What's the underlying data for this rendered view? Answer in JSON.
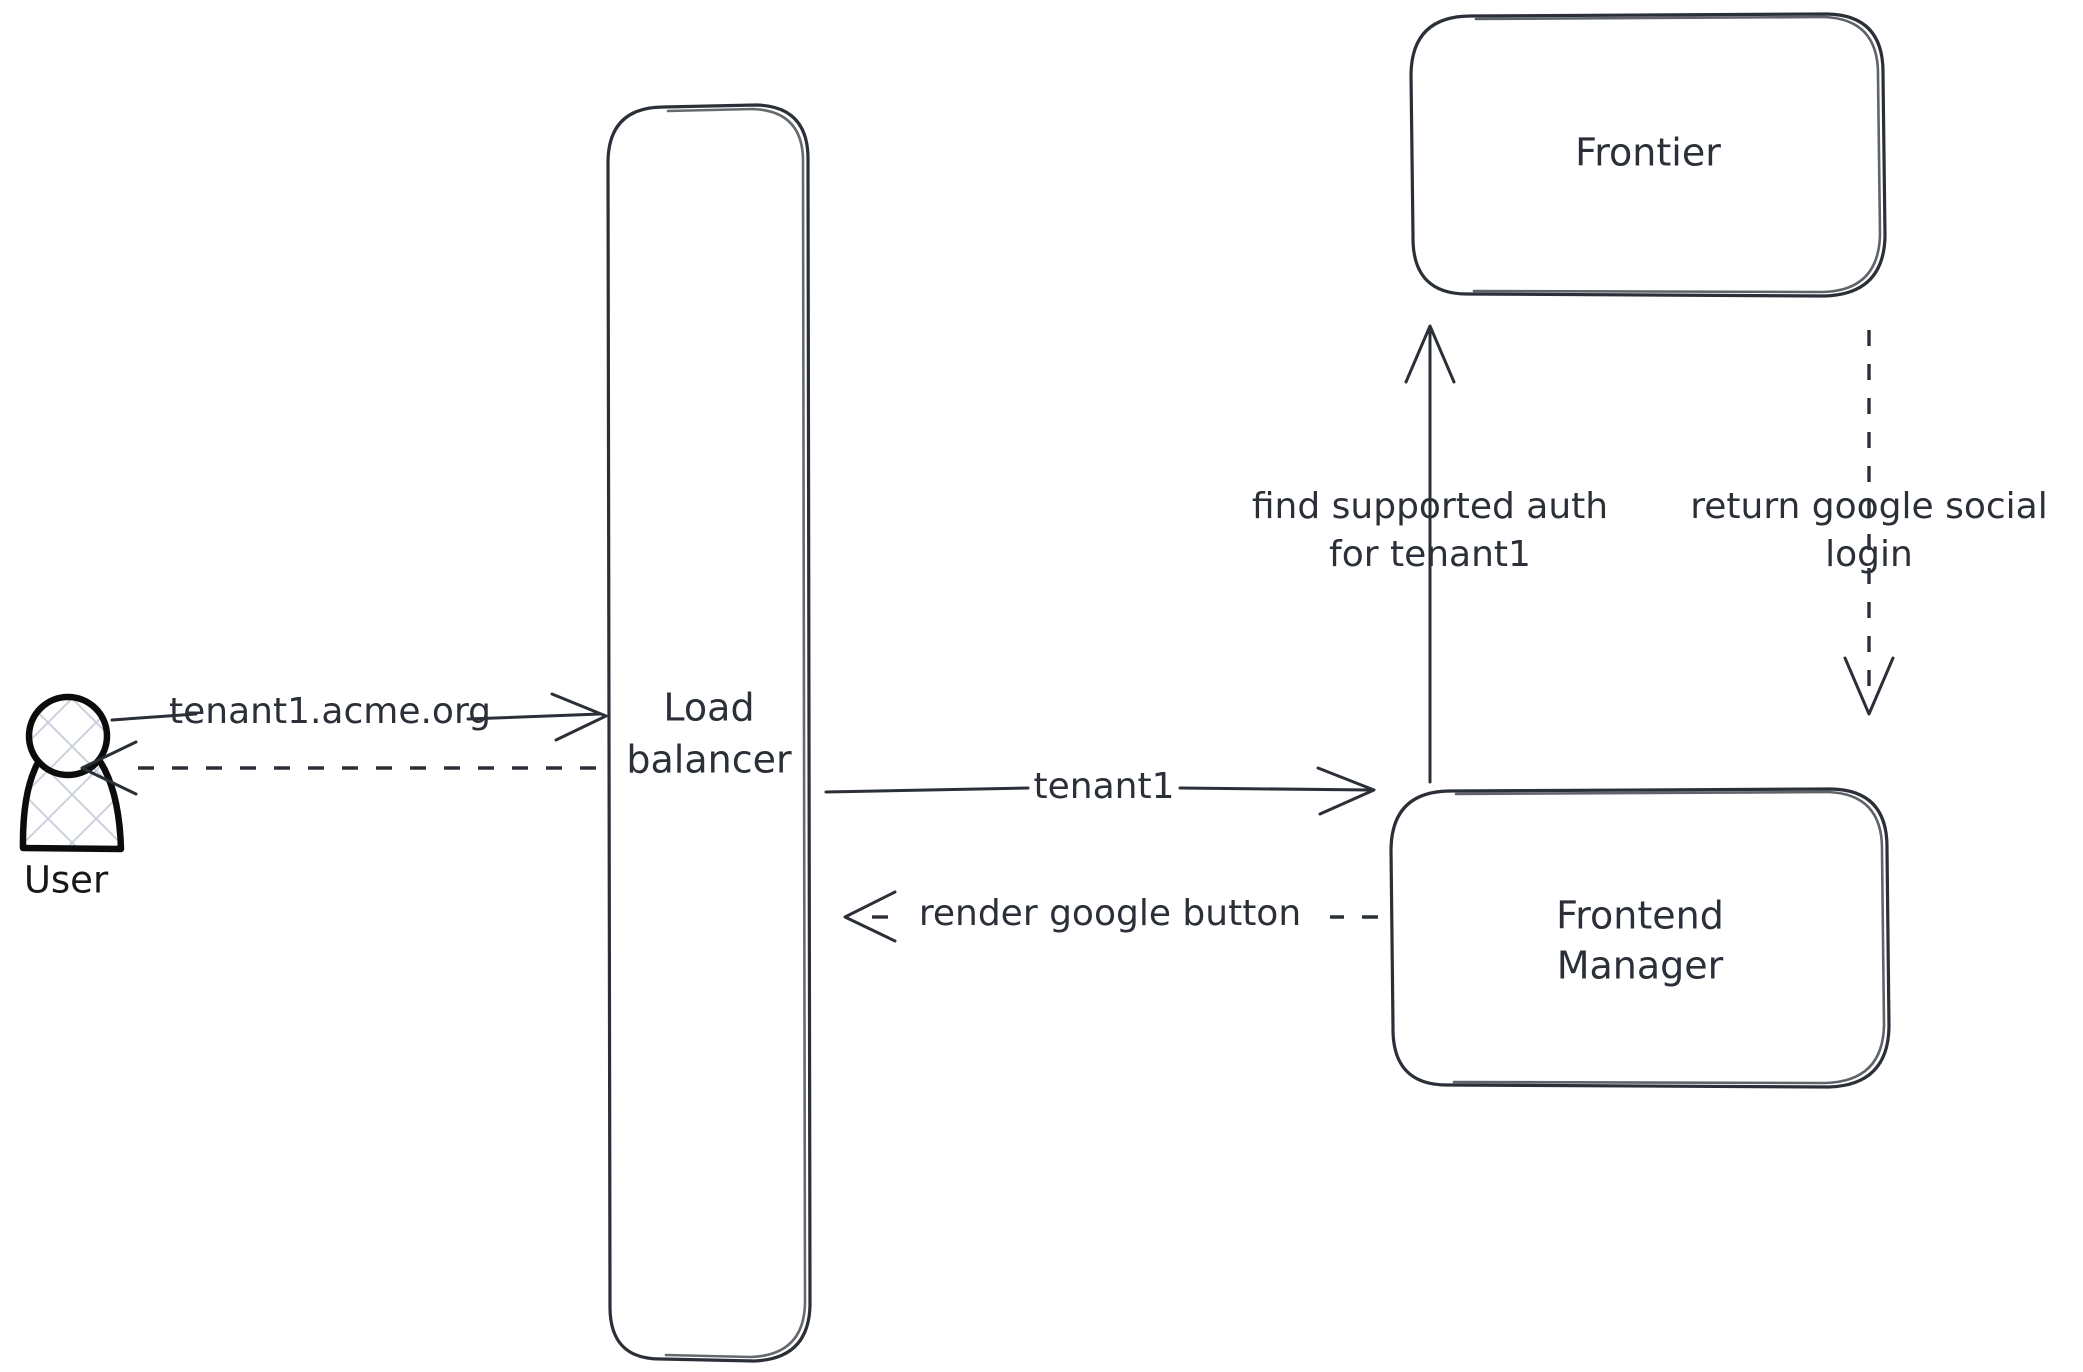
{
  "diagram": {
    "type": "flow-architecture",
    "background_color": "#ffffff",
    "stroke_color": "#2b3038",
    "actor_stroke_color": "#0c0c0c",
    "actor_hatch_color": "#c3cdd8",
    "style": "hand-drawn-sketch"
  },
  "nodes": {
    "user": {
      "label": "User",
      "shape": "actor",
      "icon": "user-actor-icon"
    },
    "load_balancer": {
      "label_line1": "Load",
      "label_line2": "balancer",
      "shape": "rounded-rectangle-tall"
    },
    "frontier": {
      "label": "Frontier",
      "shape": "rounded-rectangle"
    },
    "frontend_manager": {
      "label_line1": "Frontend",
      "label_line2": "Manager",
      "shape": "rounded-rectangle"
    }
  },
  "edges": [
    {
      "id": "user-to-lb",
      "from": "user",
      "to": "load_balancer",
      "label": "tenant1.acme.org",
      "style": "solid",
      "direction": "right"
    },
    {
      "id": "lb-to-user",
      "from": "load_balancer",
      "to": "user",
      "label": "",
      "style": "dashed",
      "direction": "left"
    },
    {
      "id": "lb-to-fm",
      "from": "load_balancer",
      "to": "frontend_manager",
      "label": "tenant1",
      "style": "solid",
      "direction": "right"
    },
    {
      "id": "fm-to-lb",
      "from": "frontend_manager",
      "to": "load_balancer",
      "label": "render google button",
      "style": "dashed",
      "direction": "left"
    },
    {
      "id": "fm-to-frontier",
      "from": "frontend_manager",
      "to": "frontier",
      "label_line1": "find supported auth",
      "label_line2": "for tenant1",
      "style": "solid",
      "direction": "up"
    },
    {
      "id": "frontier-to-fm",
      "from": "frontier",
      "to": "frontend_manager",
      "label_line1": "return google social",
      "label_line2": "login",
      "style": "dashed",
      "direction": "down"
    }
  ]
}
